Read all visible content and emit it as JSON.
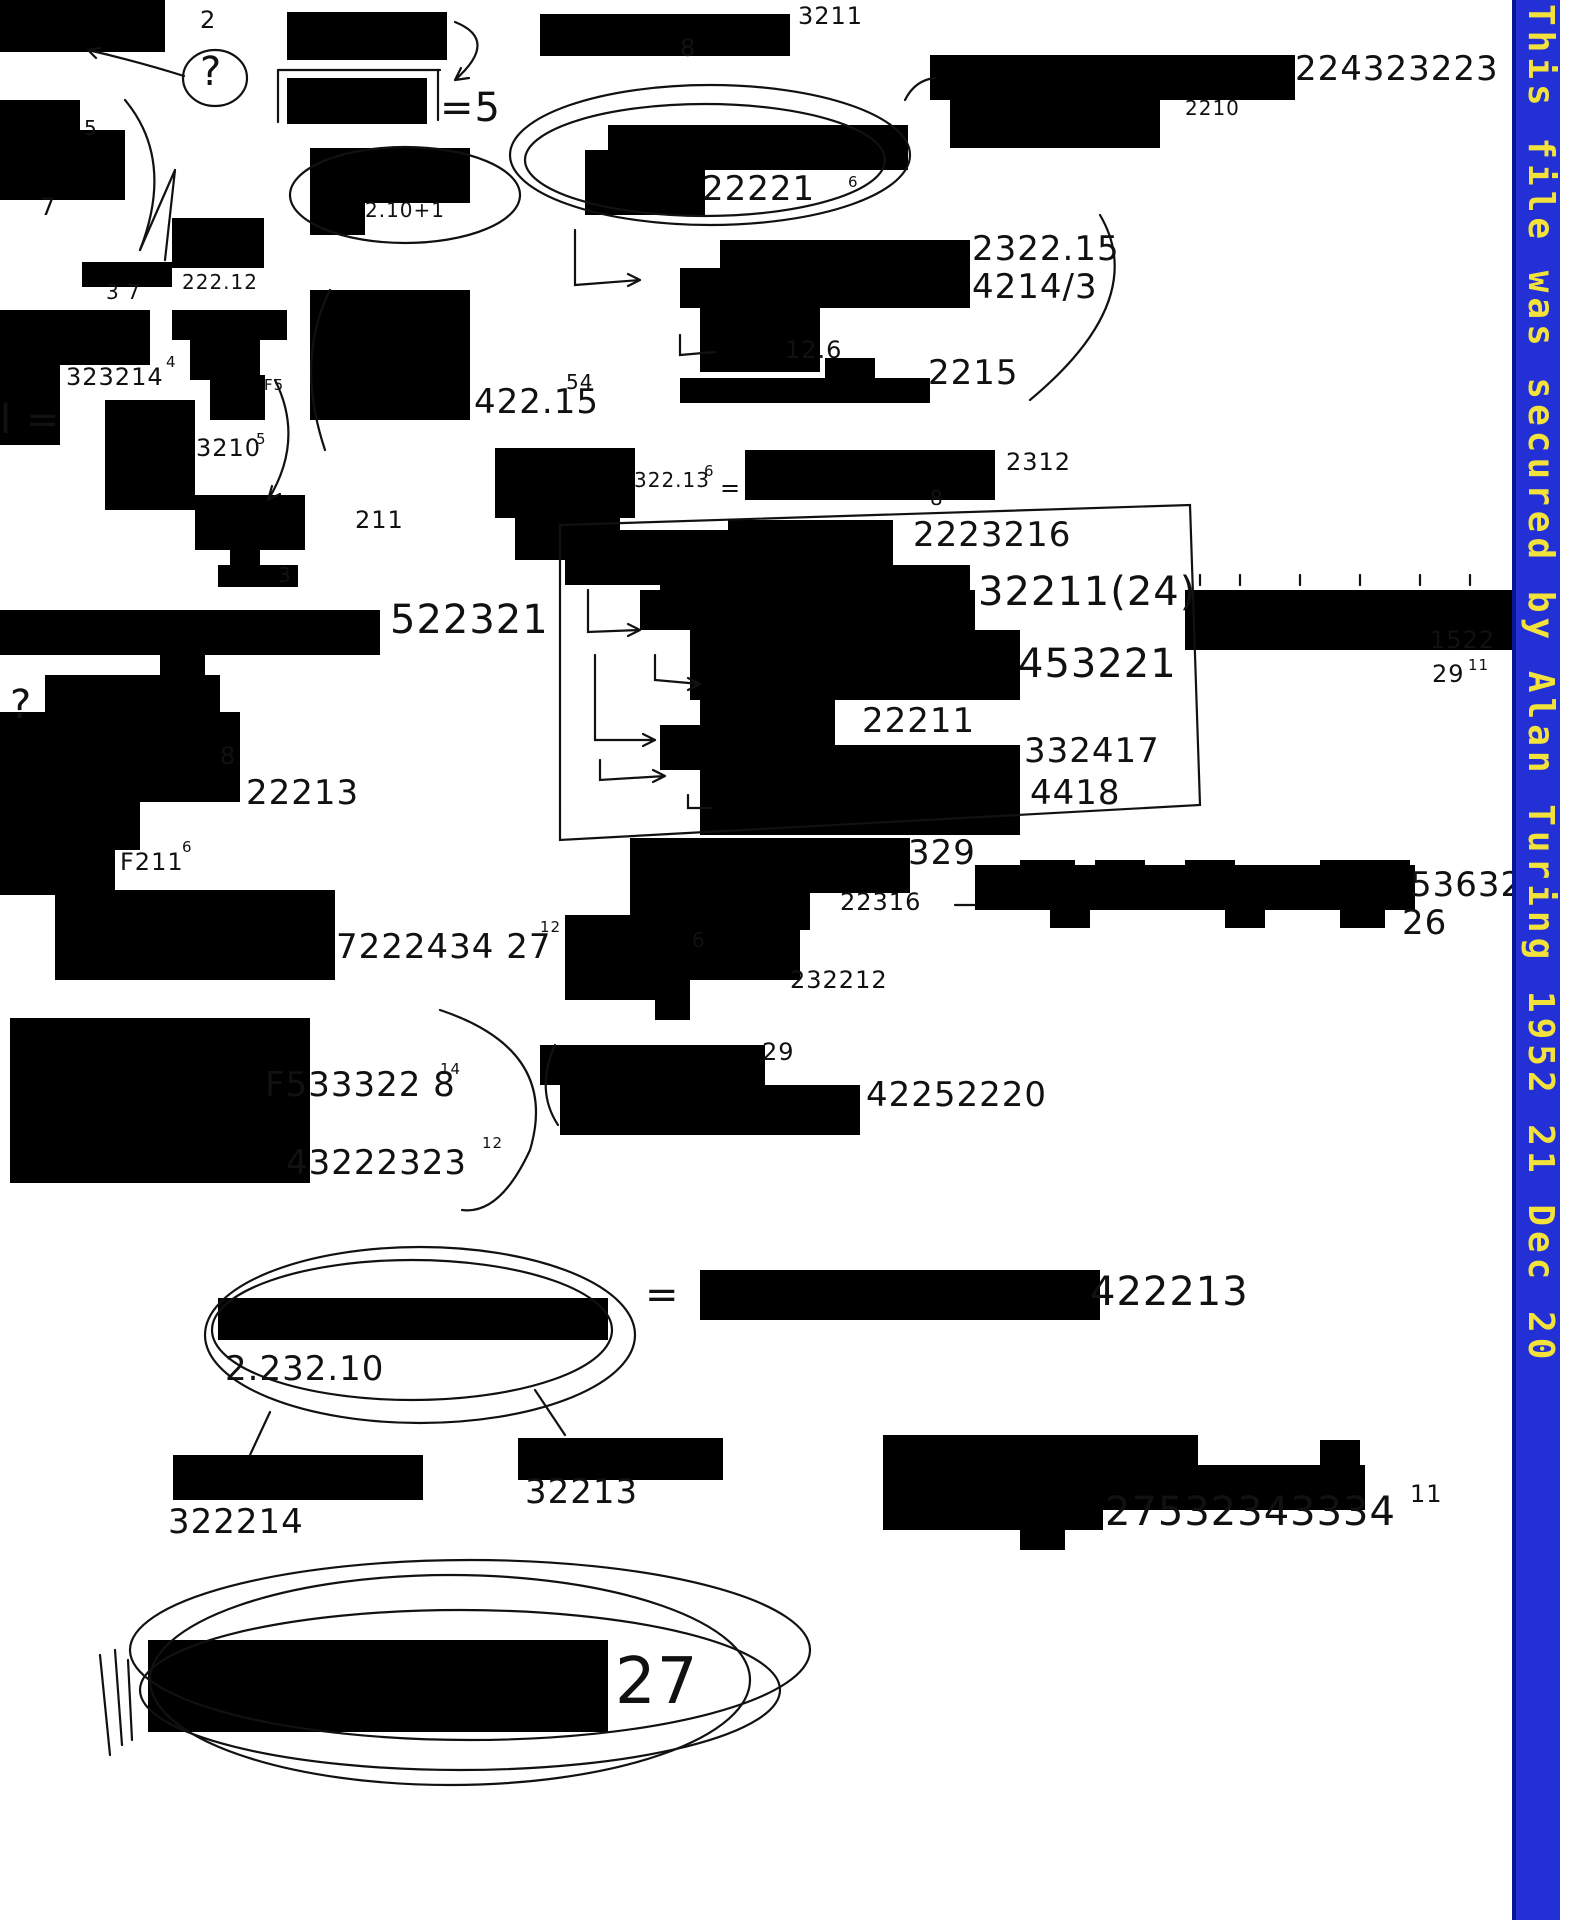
{
  "banner": {
    "text": "This file was secured by Alan Turing 1952 21 Dec 20",
    "color": "#f2e23a",
    "background": "#2330d6"
  },
  "notes": [
    "2",
    "3211",
    "8",
    "?",
    "=5",
    "224323223",
    "2210",
    "5",
    "7",
    "2.10+1",
    "22221",
    "6",
    "2322.15",
    "4214/3",
    "3 7",
    "222.12",
    "12.6",
    "323214",
    "4",
    "F5",
    "422.15",
    "54",
    "2215",
    "l =",
    "3210",
    "5",
    "322.13",
    "6",
    "=",
    "2312",
    "8",
    "211",
    "3",
    "2223216",
    "522321",
    "32211(24)",
    "?",
    "453221",
    "1522",
    "29",
    "11",
    "8",
    "22213",
    "22211",
    "332417",
    "4418",
    "F211",
    "6",
    "7222434 27",
    "12",
    "329",
    "22316",
    "53632",
    "26",
    "6",
    "232212",
    "F533322 8",
    "14",
    "29",
    "42252220",
    "43222323",
    "12",
    "=",
    "422213",
    "2.232.10",
    "322214",
    "32213",
    "27532343334",
    "11",
    "27"
  ]
}
